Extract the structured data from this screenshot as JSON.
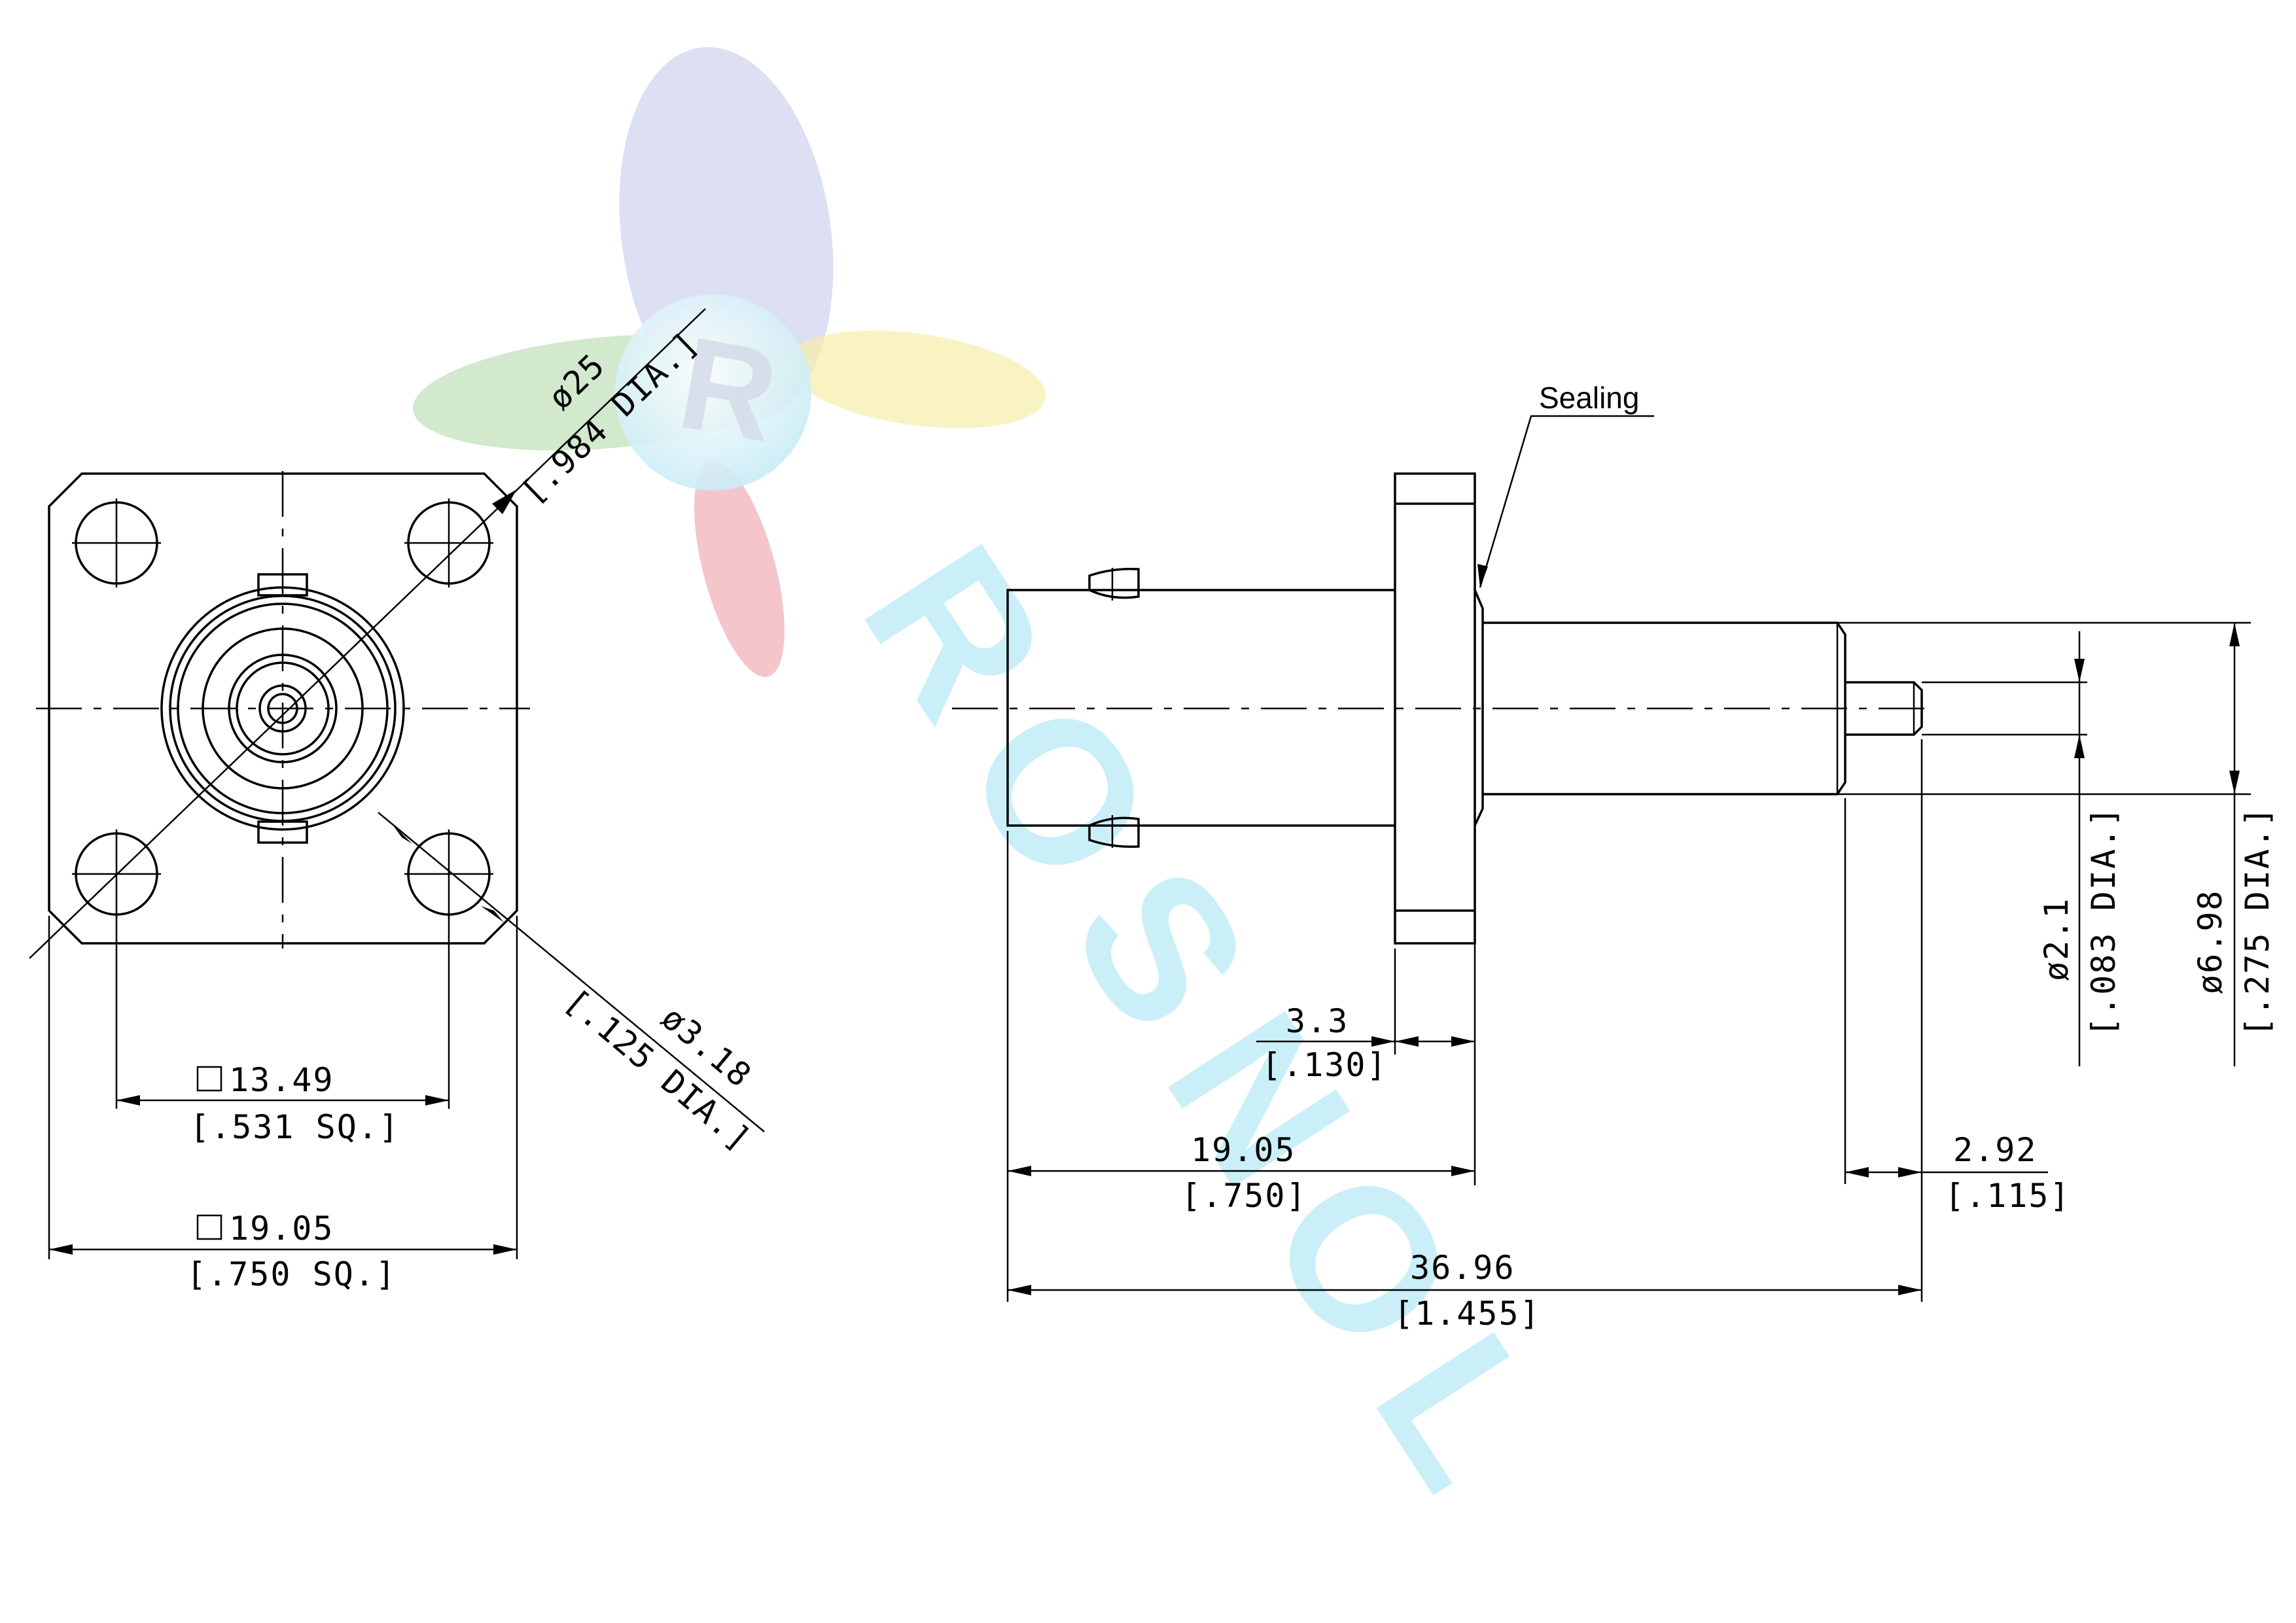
{
  "watermark": {
    "logo_letter": "R",
    "brand_text": "ROSNOL",
    "colors": {
      "blue": "#7f8fd0",
      "green": "#86c07a",
      "yellow": "#f1e36d",
      "red": "#e46a7a",
      "cyan": "#7fd8ee"
    }
  },
  "front_view": {
    "flange_diameter": {
      "metric": "ø25",
      "imperial": "[.984 DIA.]"
    },
    "hole_diameter": {
      "metric": "ø3.18",
      "imperial": "[.125 DIA.]"
    },
    "hole_spacing": {
      "symbol": "□",
      "metric": "13.49",
      "imperial": "[.531 SQ.]"
    },
    "flange_size": {
      "symbol": "□",
      "metric": "19.05",
      "imperial": "[.750 SQ.]"
    }
  },
  "side_view": {
    "sealing_label": "Sealing",
    "flange_thickness": {
      "metric": "3.3",
      "imperial": "[.130]"
    },
    "body_length": {
      "metric": "19.05",
      "imperial": "[.750]"
    },
    "overall_length": {
      "metric": "36.96",
      "imperial": "[1.455]"
    },
    "pin_length": {
      "metric": "2.92",
      "imperial": "[.115]"
    },
    "pin_diameter": {
      "metric": "ø2.1",
      "imperial": "[.083 DIA.]"
    },
    "barrel_diameter": {
      "metric": "ø6.98",
      "imperial": "[.275 DIA.]"
    }
  }
}
